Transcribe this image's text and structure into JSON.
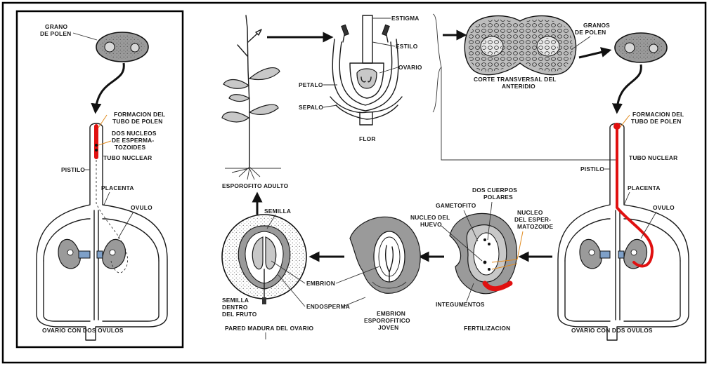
{
  "labels": {
    "left_panel": {
      "grano_de_polen_1": "GRANO",
      "grano_de_polen_2": "DE POLEN",
      "formacion_1": "FORMACION DEL",
      "formacion_2": "TUBO DE POLEN",
      "dos_nucleos_1": "DOS NUCLEOS",
      "dos_nucleos_2": "DE ESPERMA-",
      "dos_nucleos_3": "TOZOIDES",
      "tubo_nuclear": "TUBO NUCLEAR",
      "pistilo": "PISTILO",
      "placenta": "PLACENTA",
      "ovulo": "OVULO",
      "ovario": "OVARIO CON DOS OVULOS"
    },
    "top_row": {
      "estigma": "ESTIGMA",
      "estilo": "ESTILO",
      "ovario": "OVARIO",
      "petalo": "PETALO",
      "sepalo": "SEPALO",
      "flor": "FLOR",
      "corte_1": "CORTE TRANSVERSAL DEL",
      "corte_2": "ANTERIDIO",
      "granos_1": "GRANOS",
      "granos_2": "DE POLEN",
      "esporofito": "ESPOROFITO ADULTO"
    },
    "right_panel": {
      "formacion_1": "FORMACION DEL",
      "formacion_2": "TUBO DE POLEN",
      "tubo_nuclear": "TUBO NUCLEAR",
      "pistilo": "PISTILO",
      "placenta": "PLACENTA",
      "ovulo": "OVULO",
      "ovario": "OVARIO CON DOS OVULOS"
    },
    "bottom_row": {
      "dos_cuerpos_1": "DOS CUERPOS",
      "dos_cuerpos_2": "POLARES",
      "gametofito": "GAMETOFITO",
      "nucleo_huevo_1": "NUCLEO DEL",
      "nucleo_huevo_2": "HUEVO",
      "nucleo_esp_1": "NUCLEO",
      "nucleo_esp_2": "DEL ESPER-",
      "nucleo_esp_3": "MATOZOIDE",
      "integumentos": "INTEGUMENTOS",
      "fertilizacion": "FERTILIZACION",
      "embrion_joven_1": "EMBRION",
      "embrion_joven_2": "ESPOROFITICO",
      "embrion_joven_3": "JOVEN",
      "semilla": "SEMILLA",
      "embrion": "EMBRION",
      "endosperma": "ENDOSPERMA",
      "semilla_fruto_1": "SEMILLA",
      "semilla_fruto_2": "DENTRO",
      "semilla_fruto_3": "DEL FRUTO",
      "pared": "PARED MADURA DEL OVARIO"
    }
  },
  "colors": {
    "highlight": "#e01010",
    "tissue_dark": "#9a9a9a",
    "tissue_light": "#c8c8c8",
    "ink": "#1a1a1a"
  }
}
